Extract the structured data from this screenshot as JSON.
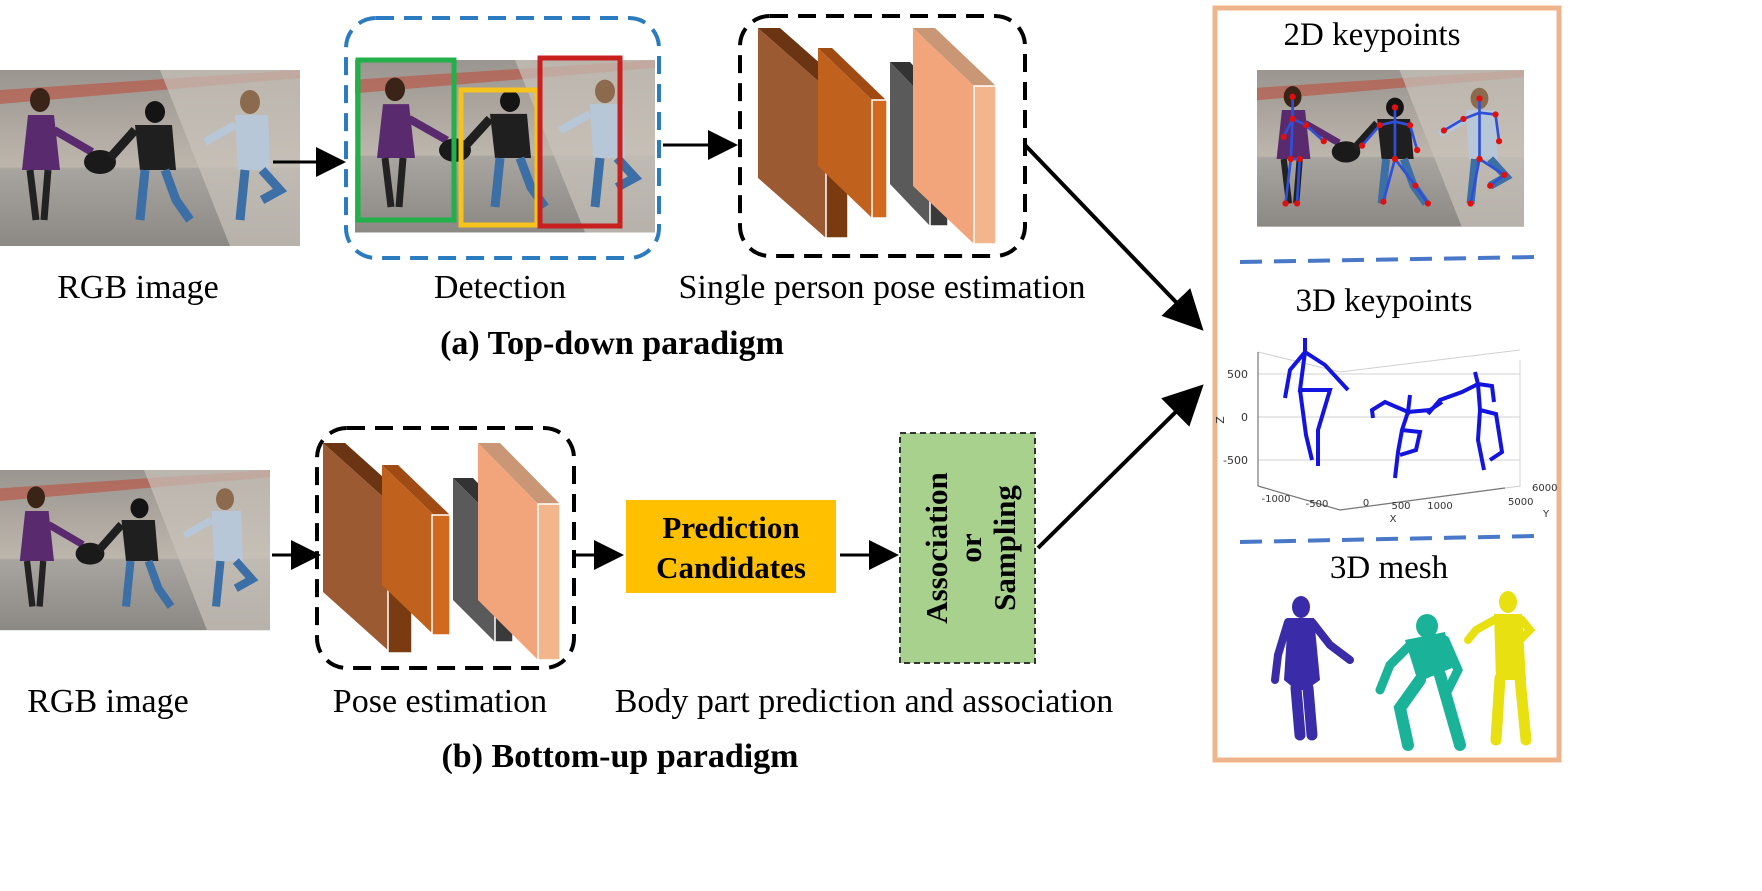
{
  "top_down": {
    "input_label": "RGB image",
    "detection_label": "Detection",
    "pose_label": "Single person pose estimation",
    "caption": "(a) Top-down paradigm"
  },
  "bottom_up": {
    "input_label": "RGB image",
    "pose_label": "Pose estimation",
    "prediction_box": [
      "Prediction",
      "Candidates"
    ],
    "association_box": [
      "Association",
      "or",
      "Sampling"
    ],
    "body_part_label": "Body part prediction and association",
    "caption": "(b) Bottom-up paradigm"
  },
  "outputs": {
    "kp2d_title": "2D keypoints",
    "kp3d_title": "3D keypoints",
    "mesh_title": "3D mesh",
    "axis": {
      "z_ticks": [
        "500",
        "0",
        "-500"
      ],
      "z_label": "Z",
      "x_ticks": [
        "-1000",
        "-500",
        "0",
        "500",
        "1000"
      ],
      "x_label": "X",
      "y_ticks": [
        "6000",
        "5000"
      ],
      "y_label": "Y"
    }
  },
  "colors": {
    "detection_frame": "#2b7bc0",
    "output_frame": "#f0b48c",
    "box_green": "#22b04a",
    "box_yellow": "#f6c21c",
    "box_red": "#c8201e",
    "prediction_fill": "#ffc000",
    "association_fill": "#a9d18e",
    "skeleton_blue": "#1414e0",
    "mesh_purple": "#3a2ca8",
    "mesh_teal": "#1ab39a",
    "mesh_yellow": "#e8e010"
  }
}
